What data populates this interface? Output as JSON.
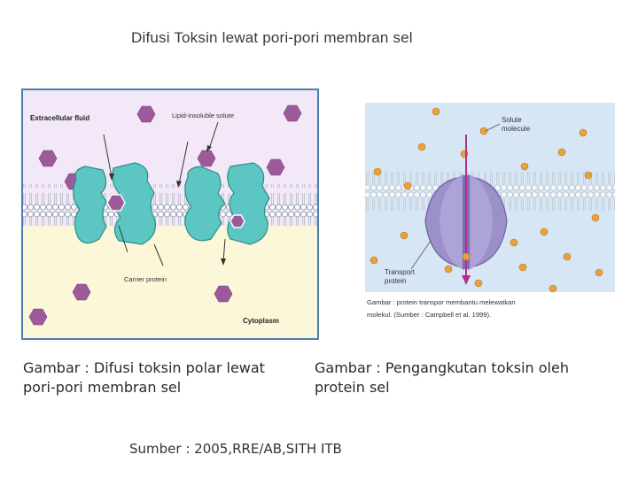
{
  "title": "Difusi Toksin lewat pori-pori membran sel",
  "left_figure": {
    "label_extracellular": "Extracellular fluid",
    "label_solute": "Lipid-insoluble solute",
    "label_carrier": "Carrier protein",
    "label_cytoplasm": "Cytoplasm",
    "colors": {
      "frame": "#4a7fb0",
      "extracellular": "#f3e8f7",
      "cytoplasm": "#fbf7d8",
      "protein": "#5cc7c2",
      "solute": "#9c5a9a"
    }
  },
  "right_figure": {
    "label_solute_line1": "Solute",
    "label_solute_line2": "molecule",
    "label_transport_line1": "Transport",
    "label_transport_line2": "protein",
    "caption_line1": "Gambar : protein transpor membantu melewatkan",
    "caption_line2": "molekul. (Sumber : Campbell et al. 1999).",
    "colors": {
      "background": "#d7e6f5",
      "protein": "#9b90c8",
      "molecule": "#e7a33a",
      "arrow": "#b0308a"
    }
  },
  "caption_left": "Gambar : Difusi toksin polar lewat pori-pori membran sel",
  "caption_right": "Gambar : Pengangkutan toksin oleh protein sel",
  "source": "Sumber : 2005,RRE/AB,SITH ITB"
}
